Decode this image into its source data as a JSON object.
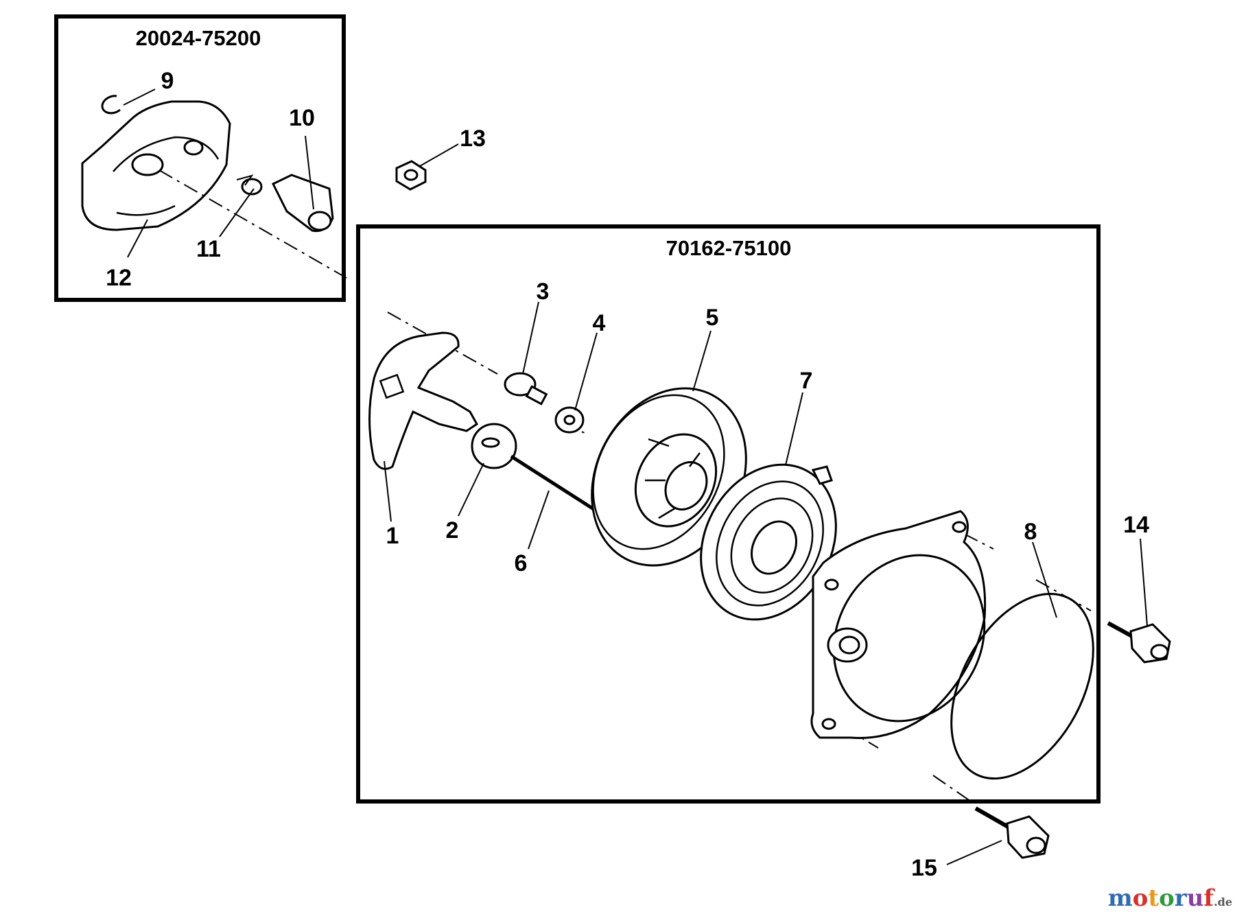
{
  "diagram": {
    "insets": {
      "clutch": {
        "title": "20024-75200"
      },
      "starter": {
        "title": "70162-75100"
      }
    },
    "callouts": {
      "p1": "1",
      "p2": "2",
      "p3": "3",
      "p4": "4",
      "p5": "5",
      "p6": "6",
      "p7": "7",
      "p8": "8",
      "p9": "9",
      "p10": "10",
      "p11": "11",
      "p12": "12",
      "p13": "13",
      "p14": "14",
      "p15": "15"
    }
  },
  "watermark": {
    "text_main": "motoruf",
    "text_suffix": ".de",
    "letter_colors": [
      "#2e6db4",
      "#d9302c",
      "#e89a1c",
      "#2e9a3c",
      "#2e6db4",
      "#8a3fa0",
      "#d9302c"
    ]
  }
}
